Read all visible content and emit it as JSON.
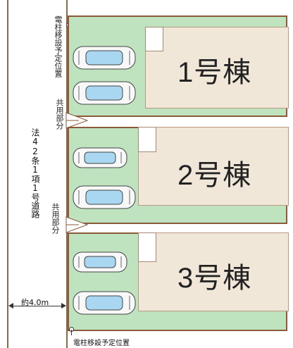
{
  "labels": {
    "pole_top": "電柱移設予定位置",
    "shared_1": "共用部分",
    "road": "法42条1項1号道路",
    "shared_2": "共用部分",
    "width_label": "約4.0m",
    "pole_bottom": "電柱移設予定位置"
  },
  "buildings": [
    {
      "label": "1号棟"
    },
    {
      "label": "2号棟"
    },
    {
      "label": "3号棟"
    }
  ]
}
